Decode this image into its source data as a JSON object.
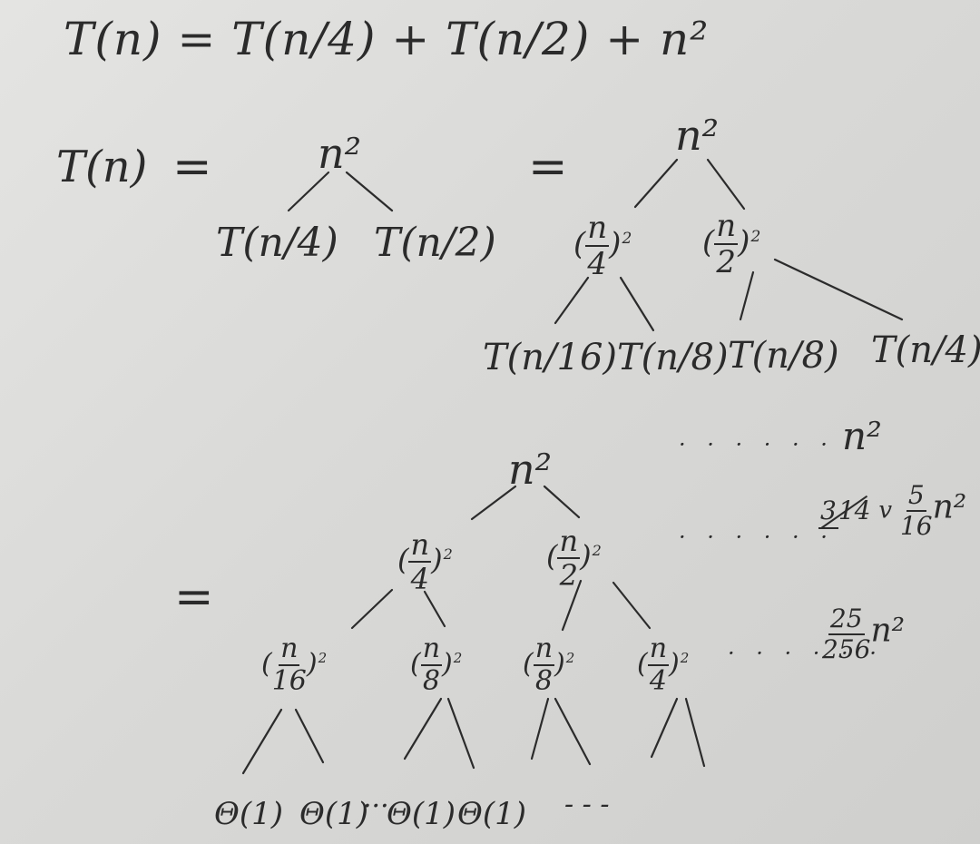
{
  "recurrence": "T(n) = T(n/4) + T(n/2) + n²",
  "lhs": "T(n)",
  "equals": "=",
  "step1": {
    "root": "n²",
    "children": [
      "T(n/4)",
      "T(n/2)"
    ]
  },
  "step2": {
    "root": "n²",
    "left": {
      "num": "n",
      "den": "4",
      "pow": "2"
    },
    "right": {
      "num": "n",
      "den": "2",
      "pow": "2"
    },
    "leaves": [
      "T(n/16)",
      "T(n/8)",
      "T(n/8)",
      "T(n/4)"
    ]
  },
  "step3": {
    "root": "n²",
    "level1": [
      {
        "num": "n",
        "den": "4",
        "pow": "2"
      },
      {
        "num": "n",
        "den": "2",
        "pow": "2"
      }
    ],
    "level2": [
      {
        "num": "n",
        "den": "16",
        "pow": "2"
      },
      {
        "num": "n",
        "den": "8",
        "pow": "2"
      },
      {
        "num": "n",
        "den": "8",
        "pow": "2"
      },
      {
        "num": "n",
        "den": "4",
        "pow": "2"
      }
    ],
    "leaves": [
      "Θ(1)",
      "Θ(1)",
      "Θ(1)",
      "Θ(1)"
    ],
    "leaf_dots": "···",
    "trailing_dots": "- - -"
  },
  "level_sums": {
    "dots": "· · · · · ·",
    "row0": "n²",
    "row1_struck": {
      "num": "3",
      "den": "14"
    },
    "row1": {
      "num": "5",
      "den": "16",
      "var": "n²"
    },
    "row2": {
      "num": "25",
      "den": "256",
      "var": "n²"
    }
  }
}
